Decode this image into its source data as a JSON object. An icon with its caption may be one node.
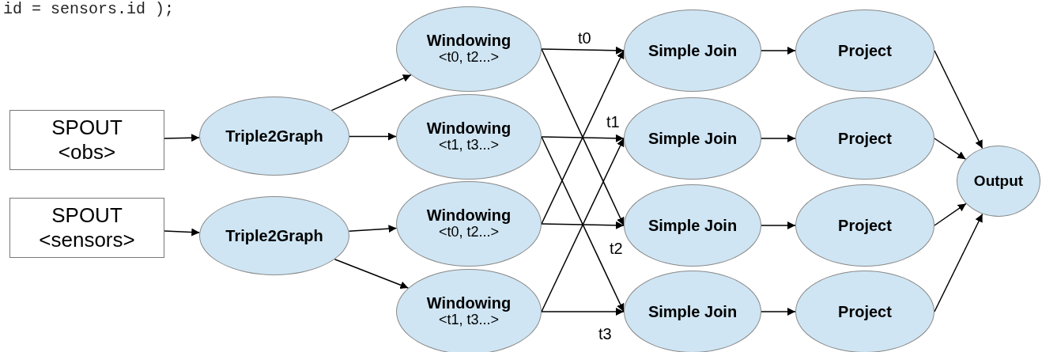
{
  "diagram": {
    "nodes": [
      {
        "text": [
          "SPOUT <obs>"
        ]
      },
      {
        "text": [
          "SPOUT <sensors>"
        ]
      },
      {
        "text": [
          "Triple2Graph"
        ]
      },
      {
        "text": [
          "Triple2Graph"
        ]
      },
      {
        "text": [
          "Windowing",
          "<t0, t2...>"
        ]
      },
      {
        "text": [
          "Windowing",
          "<t1, t3...>"
        ]
      },
      {
        "text": [
          "Windowing",
          "<t0, t2...>"
        ]
      },
      {
        "text": [
          "Windowing",
          "<t1, t3...>"
        ]
      },
      {
        "text": [
          "Simple Join"
        ]
      },
      {
        "text": [
          "Simple Join"
        ]
      },
      {
        "text": [
          "Simple Join"
        ]
      },
      {
        "text": [
          "Simple Join"
        ]
      },
      {
        "text": [
          "Project"
        ]
      },
      {
        "text": [
          "Project"
        ]
      },
      {
        "text": [
          "Project"
        ]
      },
      {
        "text": [
          "Project"
        ]
      },
      {
        "text": [
          "Output"
        ]
      }
    ],
    "edges": [
      {
        "from": 0,
        "to": 2,
        "arrow": "to"
      },
      {
        "from": 1,
        "to": 3,
        "arrow": "to"
      },
      {
        "from": 2,
        "to": 4,
        "arrow": "to"
      },
      {
        "from": 2,
        "to": 5,
        "arrow": "to"
      },
      {
        "from": 3,
        "to": 6,
        "arrow": "to"
      },
      {
        "from": 3,
        "to": 7,
        "arrow": "to"
      },
      {
        "from": 4,
        "to": 8,
        "arrow": "to",
        "label": "t0"
      },
      {
        "from": 4,
        "to": 10,
        "arrow": "to"
      },
      {
        "from": 5,
        "to": 9,
        "arrow": "to",
        "label": "t1"
      },
      {
        "from": 5,
        "to": 11,
        "arrow": "to"
      },
      {
        "from": 6,
        "to": 10,
        "arrow": "to",
        "label": "t2"
      },
      {
        "from": 6,
        "to": 8,
        "arrow": "to"
      },
      {
        "from": 7,
        "to": 11,
        "arrow": "to",
        "label": "t3"
      },
      {
        "from": 7,
        "to": 9,
        "arrow": "to"
      },
      {
        "from": 8,
        "to": 12,
        "arrow": "to"
      },
      {
        "from": 9,
        "to": 13,
        "arrow": "to"
      },
      {
        "from": 10,
        "to": 14,
        "arrow": "to"
      },
      {
        "from": 11,
        "to": 15,
        "arrow": "to"
      },
      {
        "from": 12,
        "to": 16,
        "arrow": "to"
      },
      {
        "from": 13,
        "to": 16,
        "arrow": "to"
      },
      {
        "from": 14,
        "to": 16,
        "arrow": "to"
      },
      {
        "from": 15,
        "to": 16,
        "arrow": "to"
      }
    ],
    "labels": [
      "id = sensors.id );"
    ]
  }
}
